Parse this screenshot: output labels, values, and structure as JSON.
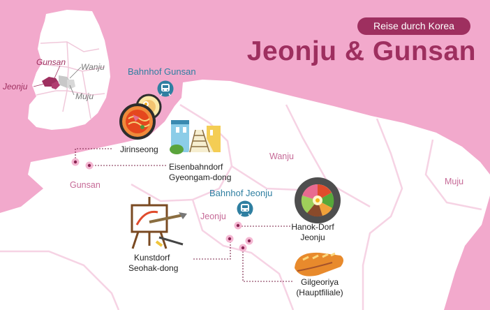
{
  "header": {
    "badge": "Reise durch Korea",
    "title": "Jeonju & Gunsan"
  },
  "inset_map": {
    "labels": {
      "gunsan": "Gunsan",
      "wanju": "Wanju",
      "jeonju": "Jeonju",
      "muju": "Muju"
    }
  },
  "regions": {
    "gunsan": "Gunsan",
    "wanju": "Wanju",
    "jeonju": "Jeonju",
    "muju": "Muju"
  },
  "stations": {
    "gunsan": "Bahnhof Gunsan",
    "jeonju": "Bahnhof Jeonju"
  },
  "places": {
    "jirinseong": "Jirinseong",
    "eisenbahndorf_1": "Eisenbahndorf",
    "eisenbahndorf_2": "Gyeongam-dong",
    "hanok_1": "Hanok-Dorf",
    "hanok_2": "Jeonju",
    "kunstdorf_1": "Kunstdorf",
    "kunstdorf_2": "Seohak-dong",
    "gilgeoriya_1": "Gilgeoriya",
    "gilgeoriya_2": "(Hauptfiliale)"
  },
  "colors": {
    "background": "#f2a9cc",
    "land": "#ffffff",
    "accent": "#9e2f5f",
    "station": "#2f7fa1",
    "region_label": "#c66a97"
  }
}
